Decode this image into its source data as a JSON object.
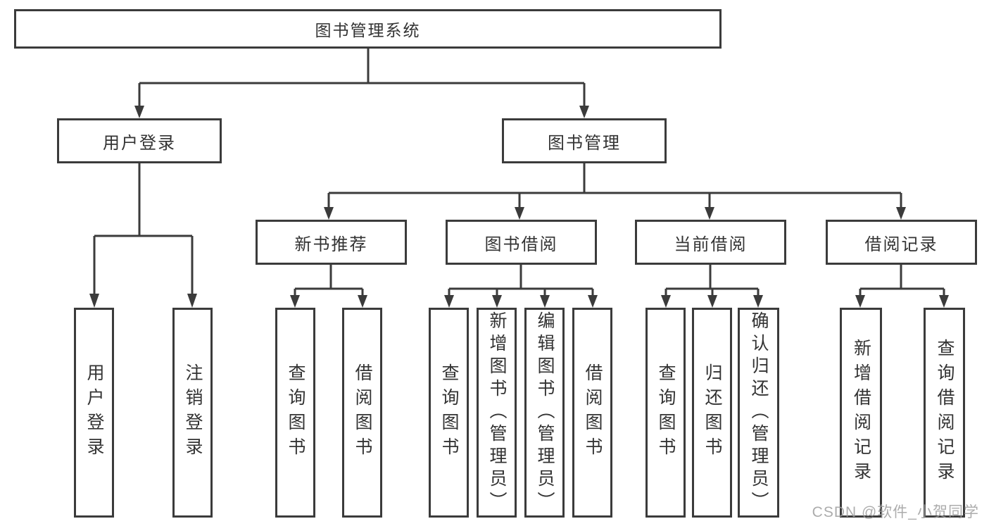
{
  "diagram": {
    "root": {
      "label": "图书管理系统"
    },
    "level2": [
      {
        "label": "用户登录"
      },
      {
        "label": "图书管理"
      }
    ],
    "level3": [
      {
        "label": "新书推荐"
      },
      {
        "label": "图书借阅"
      },
      {
        "label": "当前借阅"
      },
      {
        "label": "借阅记录"
      }
    ],
    "leaves": {
      "user_login": [
        {
          "label": "用户登录"
        },
        {
          "label": "注销登录"
        }
      ],
      "new_book_recommend": [
        {
          "label": "查询图书"
        },
        {
          "label": "借阅图书"
        }
      ],
      "book_borrow": [
        {
          "label": "查询图书"
        },
        {
          "label": "新增图书（管理员）"
        },
        {
          "label": "编辑图书（管理员）"
        },
        {
          "label": "借阅图书"
        }
      ],
      "current_borrow": [
        {
          "label": "查询图书"
        },
        {
          "label": "归还图书"
        },
        {
          "label": "确认归还（管理员）"
        }
      ],
      "borrow_record": [
        {
          "label": "新增借阅记录"
        },
        {
          "label": "查询借阅记录"
        }
      ]
    }
  },
  "watermark": {
    "text": "CSDN @软件_小贺同学"
  },
  "colors": {
    "line": "#3b3b3b",
    "text": "#333333",
    "background": "#ffffff",
    "watermark": "#9e9e9e"
  }
}
